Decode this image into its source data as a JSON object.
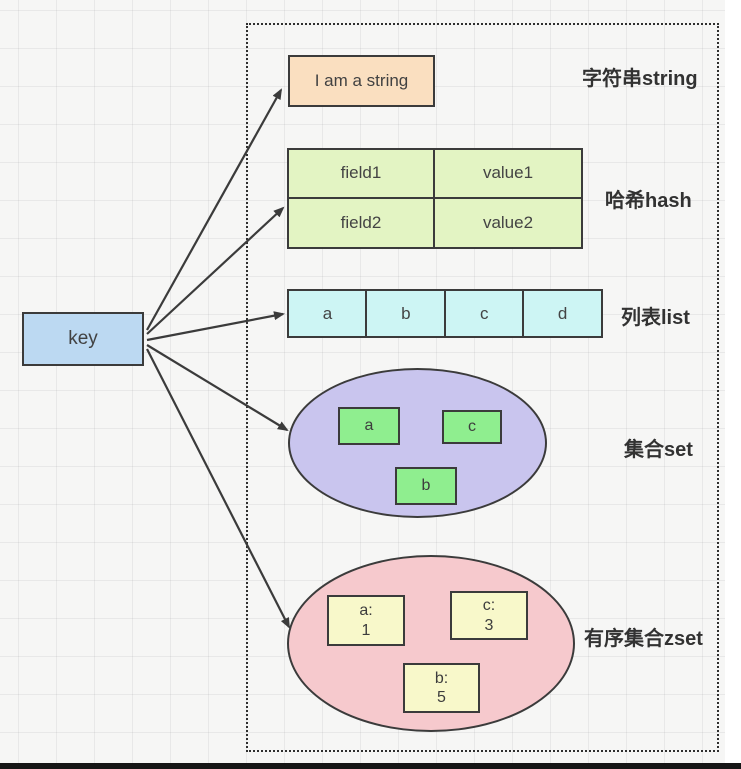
{
  "diagram": {
    "key": {
      "label": "key"
    },
    "string": {
      "value": "I am a string",
      "label": "字符串string"
    },
    "hash": {
      "label": "哈希hash",
      "rows": [
        [
          "field1",
          "value1"
        ],
        [
          "field2",
          "value2"
        ]
      ]
    },
    "list": {
      "label": "列表list",
      "items": [
        "a",
        "b",
        "c",
        "d"
      ]
    },
    "set": {
      "label": "集合set",
      "items": [
        "a",
        "c",
        "b"
      ]
    },
    "zset": {
      "label": "有序集合zset",
      "items": [
        {
          "member": "a:",
          "score": "1"
        },
        {
          "member": "c:",
          "score": "3"
        },
        {
          "member": "b:",
          "score": "5"
        }
      ]
    }
  },
  "colors": {
    "canvas_bg": "#f6f6f5",
    "border": "#3b3b3b",
    "label_text": "#323232",
    "key_fill": "#bcd9f2",
    "string_fill": "#fadfc0",
    "hash_fill": "#e3f4c3",
    "list_fill": "#cdf5f4",
    "set_fill": "#c9c5ee",
    "set_item_fill": "#8fee8f",
    "zset_fill": "#f6c9cd",
    "zset_item_fill": "#f8f8ca"
  }
}
